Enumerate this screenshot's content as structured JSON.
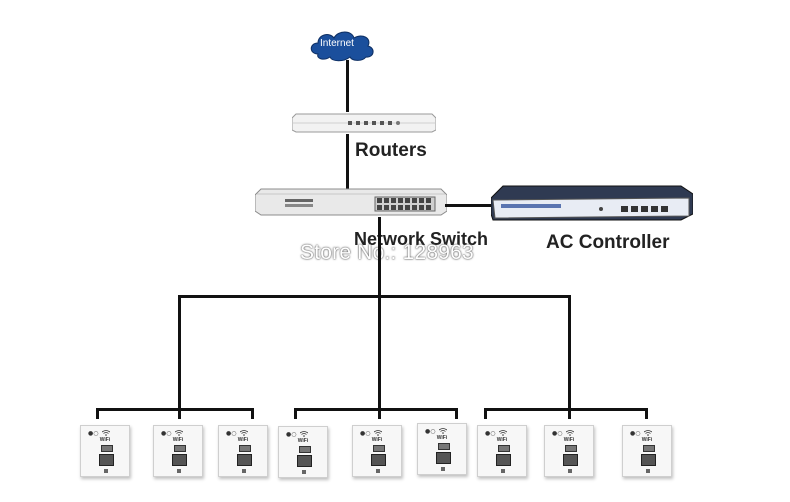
{
  "internet": {
    "label": "Internet",
    "color": "#1b4f9c"
  },
  "router": {
    "label": "Routers"
  },
  "switch": {
    "label": "Network Switch"
  },
  "controller": {
    "label": "AC Controller"
  },
  "watermark": {
    "text": "Store No.: 128963"
  },
  "panels": [
    {
      "label": "WiFi"
    },
    {
      "label": "WiFi"
    },
    {
      "label": "WiFi"
    },
    {
      "label": "WiFi"
    },
    {
      "label": "WiFi"
    },
    {
      "label": "WiFi"
    },
    {
      "label": "WiFi"
    },
    {
      "label": "WiFi"
    },
    {
      "label": "WiFi"
    }
  ]
}
